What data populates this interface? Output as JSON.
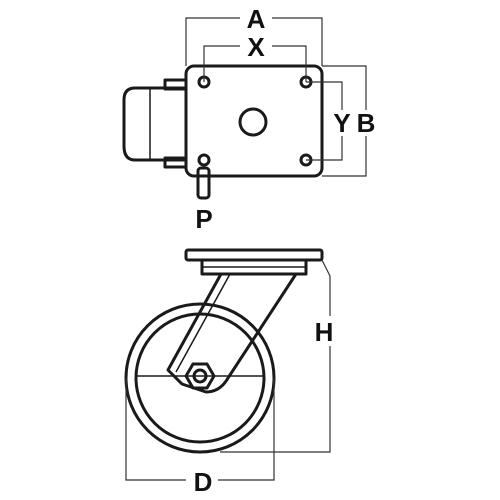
{
  "diagram": {
    "labels": {
      "a": "A",
      "x": "X",
      "y": "Y",
      "b": "B",
      "p": "P",
      "h": "H",
      "d": "D"
    },
    "colors": {
      "line": "#1a1a1a",
      "background": "#ffffff",
      "dimension": "#333333"
    }
  }
}
